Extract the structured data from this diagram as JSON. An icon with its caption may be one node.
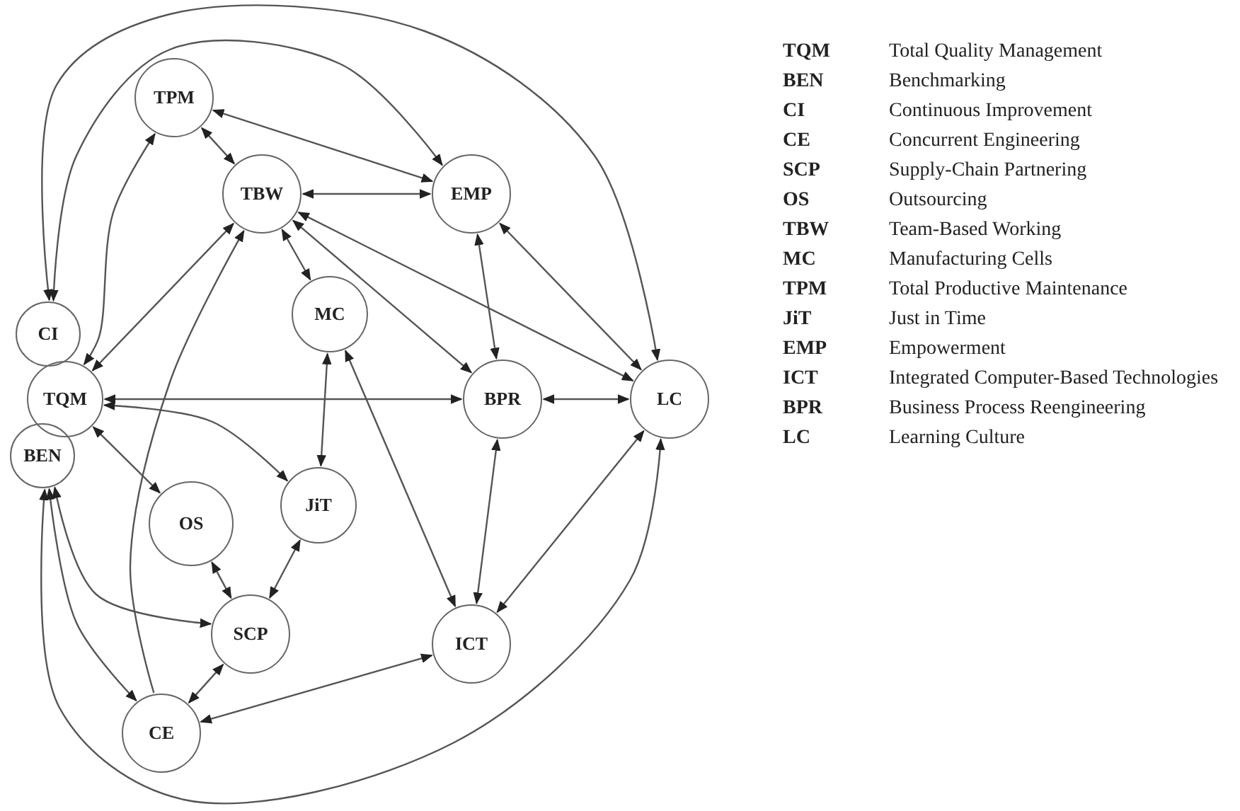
{
  "diagram": {
    "nodes": [
      {
        "text": [
          "TPM"
        ]
      },
      {
        "text": [
          "TBW"
        ]
      },
      {
        "text": [
          "EMP"
        ]
      },
      {
        "text": [
          "MC"
        ]
      },
      {
        "text": [
          "CI"
        ]
      },
      {
        "text": [
          "TQM"
        ]
      },
      {
        "text": [
          "BPR"
        ]
      },
      {
        "text": [
          "LC"
        ]
      },
      {
        "text": [
          "BEN"
        ]
      },
      {
        "text": [
          "JiT"
        ]
      },
      {
        "text": [
          "OS"
        ]
      },
      {
        "text": [
          "SCP"
        ]
      },
      {
        "text": [
          "ICT"
        ]
      },
      {
        "text": [
          "CE"
        ]
      }
    ],
    "edges": [
      {
        "from": 4,
        "to": 7,
        "arrow": "both"
      },
      {
        "from": 4,
        "to": 2,
        "arrow": "both"
      },
      {
        "from": 0,
        "to": 2,
        "arrow": "both"
      },
      {
        "from": 0,
        "to": 5,
        "arrow": "both"
      },
      {
        "from": 0,
        "to": 1,
        "arrow": "both"
      },
      {
        "from": 1,
        "to": 2,
        "arrow": "both"
      },
      {
        "from": 1,
        "to": 3,
        "arrow": "both"
      },
      {
        "from": 1,
        "to": 5,
        "arrow": "both"
      },
      {
        "from": 13,
        "to": 1,
        "arrow": "to"
      },
      {
        "from": 1,
        "to": 6,
        "arrow": "both"
      },
      {
        "from": 1,
        "to": 7,
        "arrow": "both"
      },
      {
        "from": 2,
        "to": 6,
        "arrow": "both"
      },
      {
        "from": 2,
        "to": 7,
        "arrow": "both"
      },
      {
        "from": 5,
        "to": 6,
        "arrow": "both"
      },
      {
        "from": 6,
        "to": 7,
        "arrow": "both"
      },
      {
        "from": 3,
        "to": 9,
        "arrow": "both"
      },
      {
        "from": 3,
        "to": 12,
        "arrow": "both"
      },
      {
        "from": 6,
        "to": 12,
        "arrow": "both"
      },
      {
        "from": 7,
        "to": 12,
        "arrow": "both"
      },
      {
        "from": 7,
        "to": 8,
        "arrow": "both"
      },
      {
        "from": 13,
        "to": 12,
        "arrow": "both"
      },
      {
        "from": 5,
        "to": 9,
        "arrow": "both"
      },
      {
        "from": 5,
        "to": 10,
        "arrow": "both"
      },
      {
        "from": 8,
        "to": 11,
        "arrow": "both"
      },
      {
        "from": 8,
        "to": 13,
        "arrow": "both"
      },
      {
        "from": 10,
        "to": 11,
        "arrow": "both"
      },
      {
        "from": 9,
        "to": 11,
        "arrow": "both"
      },
      {
        "from": 11,
        "to": 13,
        "arrow": "both"
      }
    ],
    "labels": [
      "TQM",
      "Total Quality Management",
      "BEN",
      "Benchmarking",
      "CI",
      "Continuous Improvement",
      "CE",
      "Concurrent Engineering",
      "SCP",
      "Supply-Chain Partnering",
      "OS",
      "Outsourcing",
      "TBW",
      "Team-Based Working",
      "MC",
      "Manufacturing Cells",
      "TPM",
      "Total Productive Maintenance",
      "JiT",
      "Just in Time",
      "EMP",
      "Empowerment",
      "ICT",
      "Integrated Computer-Based Technologies",
      "BPR",
      "Business Process Reengineering",
      "LC",
      "Learning Culture"
    ]
  }
}
